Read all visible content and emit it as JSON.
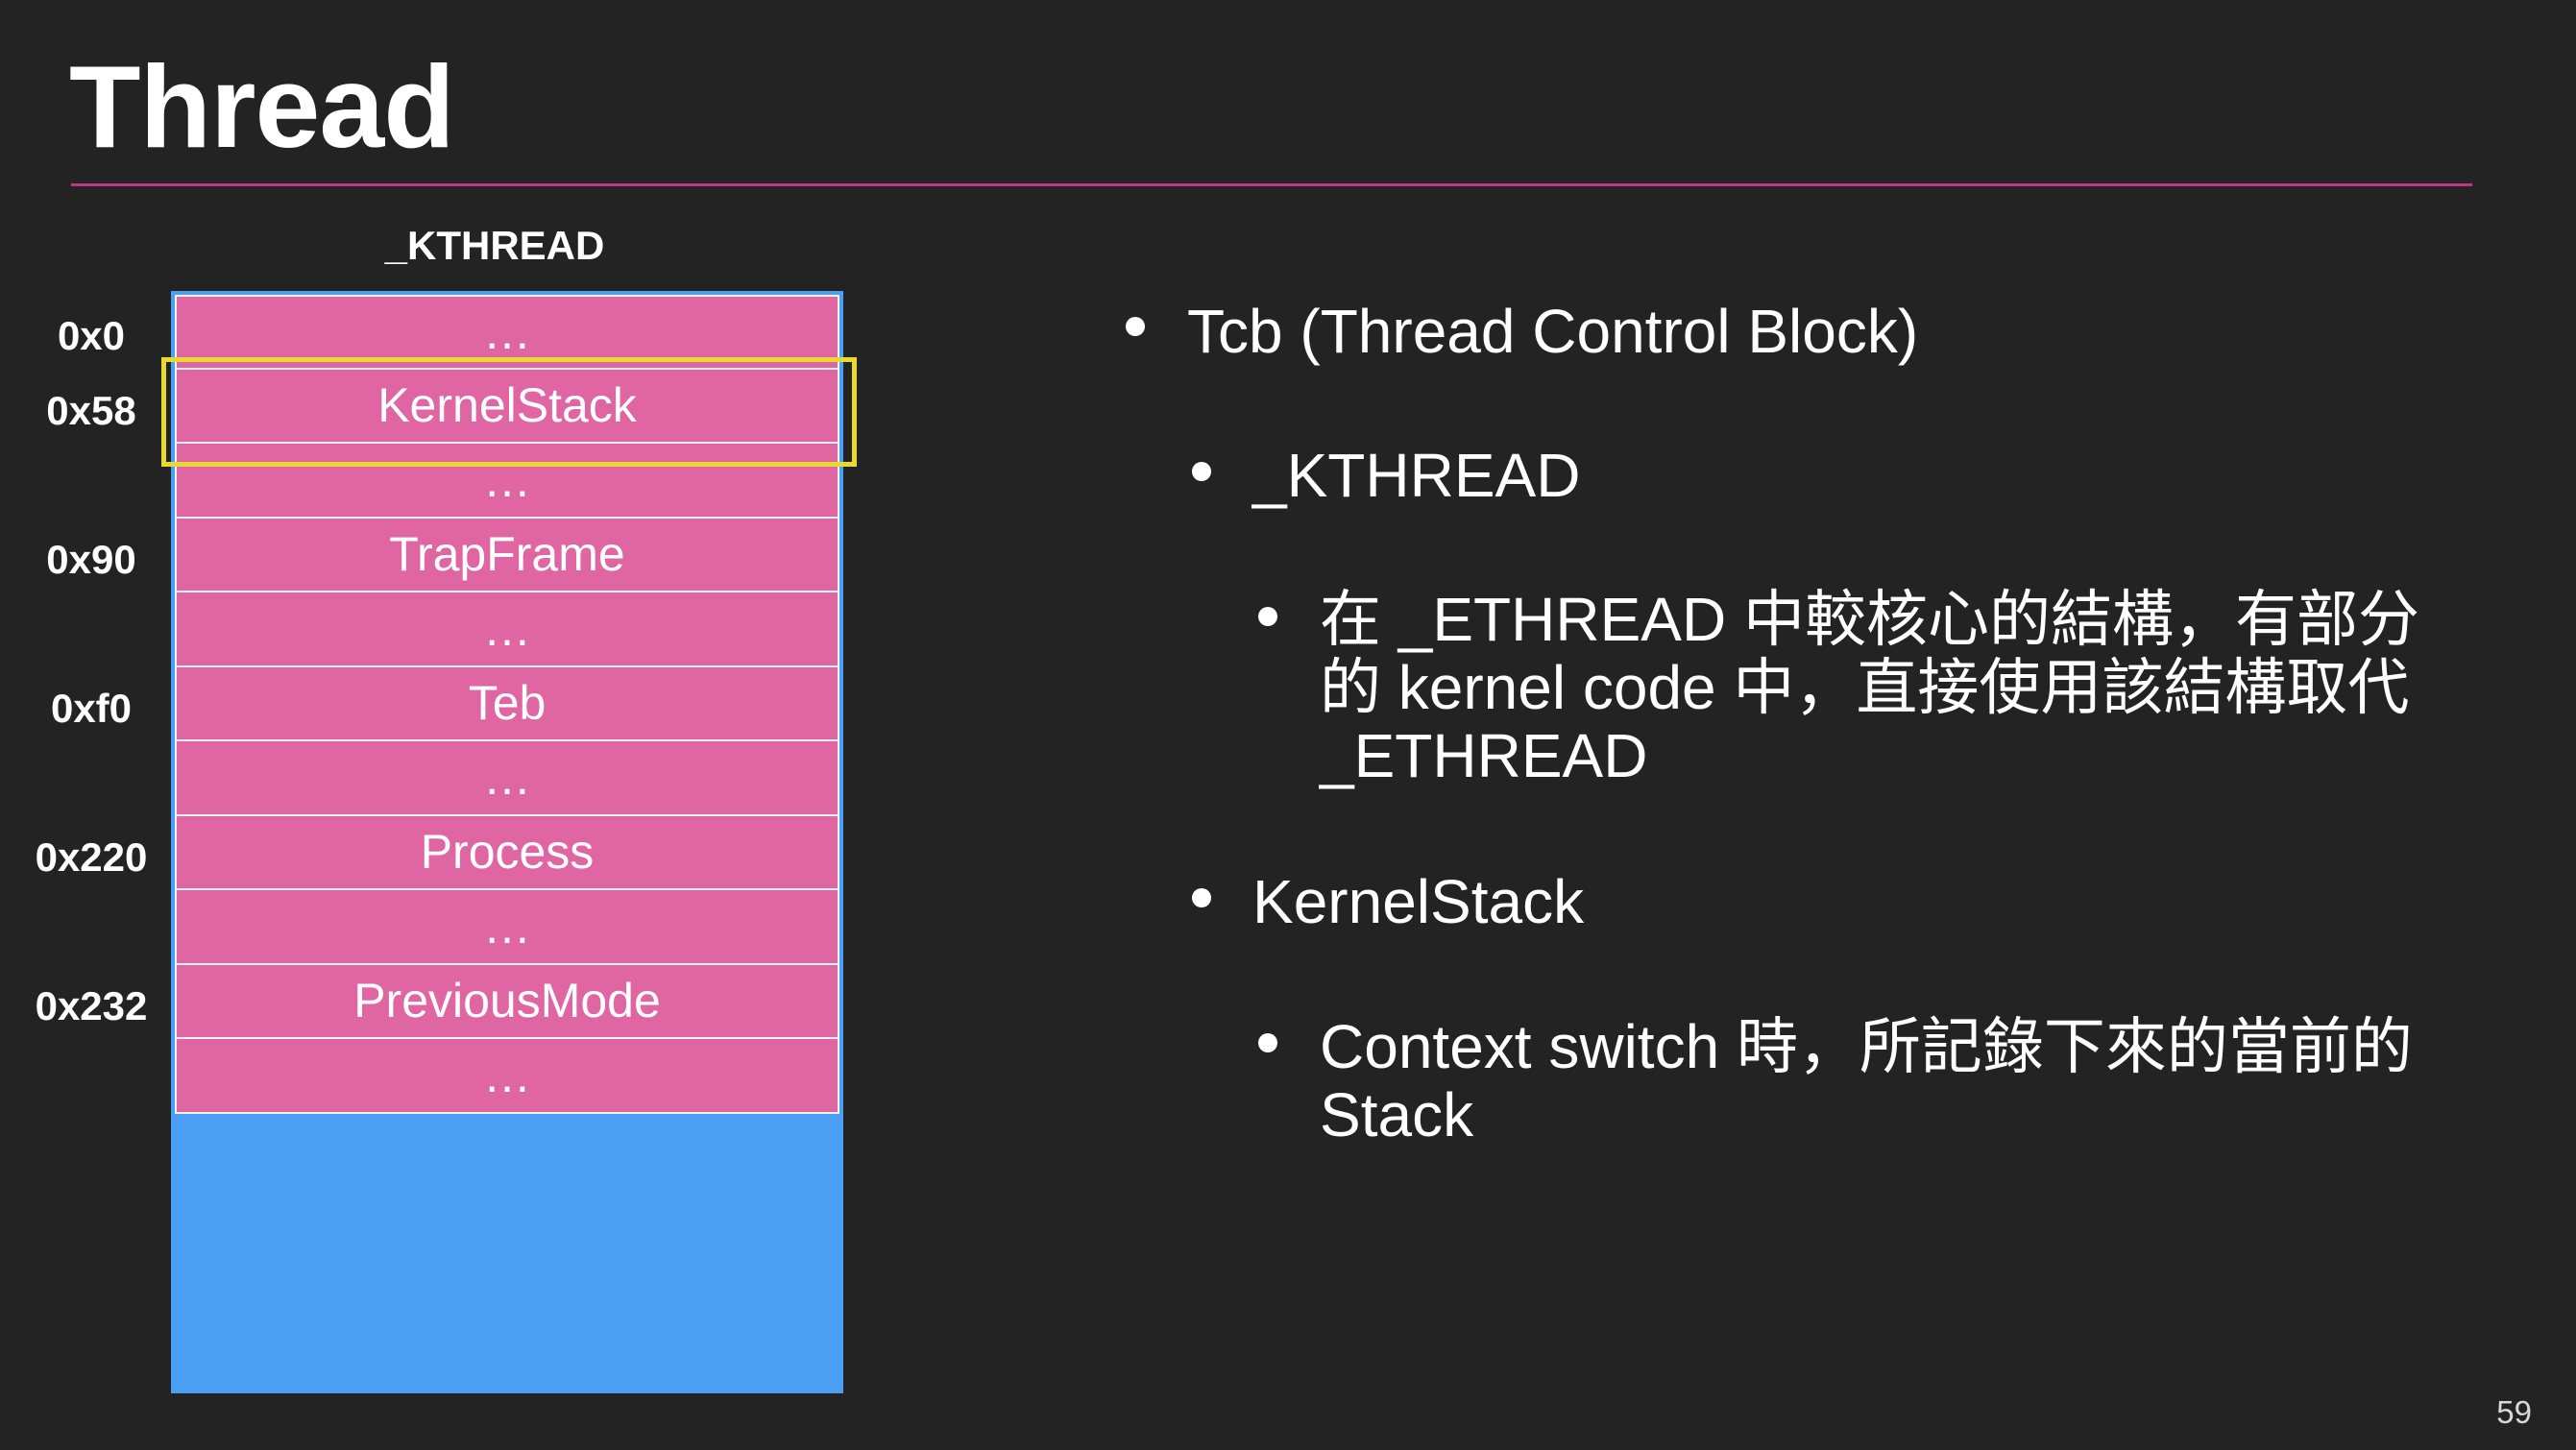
{
  "slide": {
    "title": "Thread",
    "page_number": "59",
    "accent_color": "#c2368a"
  },
  "diagram": {
    "struct_name": "_KTHREAD",
    "row_color": "#e066a3",
    "stack_color": "#4a9ff5",
    "highlight_color": "#e8d830",
    "rows": [
      {
        "label": "…",
        "offset": "0x0"
      },
      {
        "label": "KernelStack",
        "offset": "0x58"
      },
      {
        "label": "…",
        "offset": ""
      },
      {
        "label": "TrapFrame",
        "offset": "0x90"
      },
      {
        "label": "…",
        "offset": ""
      },
      {
        "label": "Teb",
        "offset": "0xf0"
      },
      {
        "label": "…",
        "offset": ""
      },
      {
        "label": "Process",
        "offset": "0x220"
      },
      {
        "label": "…",
        "offset": ""
      },
      {
        "label": "PreviousMode",
        "offset": "0x232"
      },
      {
        "label": "…",
        "offset": ""
      }
    ]
  },
  "bullets": {
    "tcb": "Tcb (Thread Control Block)",
    "kthread": "_KTHREAD",
    "kthread_desc_line1": "在 _ETHREAD 中較核心的結構，有部分",
    "kthread_desc_line2": "的 kernel code 中，直接使用該結構取代",
    "kthread_desc_line3": "_ETHREAD",
    "kernelstack": "KernelStack",
    "kernelstack_desc_line1": "Context switch 時，所記錄下來的當前的",
    "kernelstack_desc_line2": "Stack"
  }
}
